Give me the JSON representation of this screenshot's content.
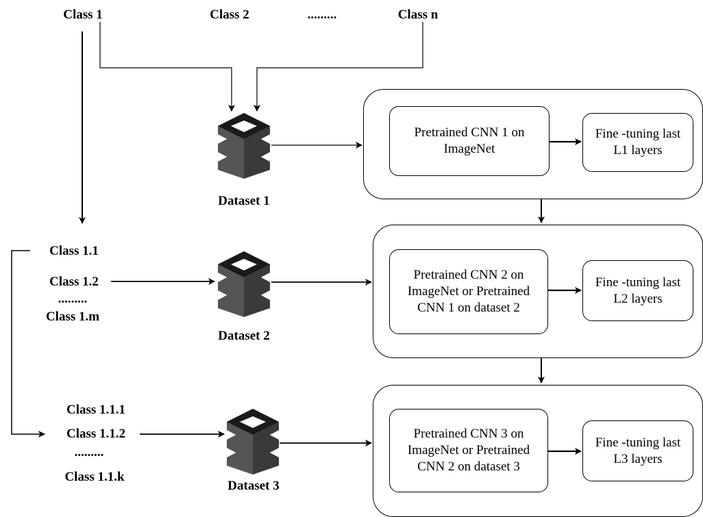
{
  "top_classes": {
    "class_1": "Class 1",
    "class_2": "Class 2",
    "ellipsis": ".........",
    "class_n": "Class n"
  },
  "level2_classes": {
    "class_1_1": "Class 1.1",
    "class_1_2": "Class 1.2",
    "ellipsis": ".........",
    "class_1_m": "Class 1.m"
  },
  "level3_classes": {
    "class_1_1_1": "Class 1.1.1",
    "class_1_1_2": "Class 1.1.2",
    "ellipsis": ".........",
    "class_1_1_k": "Class 1.1.k"
  },
  "datasets": {
    "d1": "Dataset 1",
    "d2": "Dataset 2",
    "d3": "Dataset 3"
  },
  "stages": {
    "s1": {
      "pretrained": [
        "Pretrained CNN 1 on",
        "ImageNet"
      ],
      "finetune": [
        "Fine -tuning last",
        "L1 layers"
      ]
    },
    "s2": {
      "pretrained": [
        "Pretrained CNN 2 on",
        "ImageNet or Pretrained",
        "CNN 1 on dataset 2"
      ],
      "finetune": [
        "Fine -tuning last",
        "L2 layers"
      ]
    },
    "s3": {
      "pretrained": [
        "Pretrained CNN 3 on",
        "ImageNet or Pretrained",
        "CNN 2 on dataset 3"
      ],
      "finetune": [
        "Fine -tuning last",
        "L3 layers"
      ]
    }
  },
  "colors": {
    "stroke": "#000000",
    "db_top": "#1a1a1a",
    "db_side": "#555555",
    "db_front": "#3a3a3a"
  }
}
